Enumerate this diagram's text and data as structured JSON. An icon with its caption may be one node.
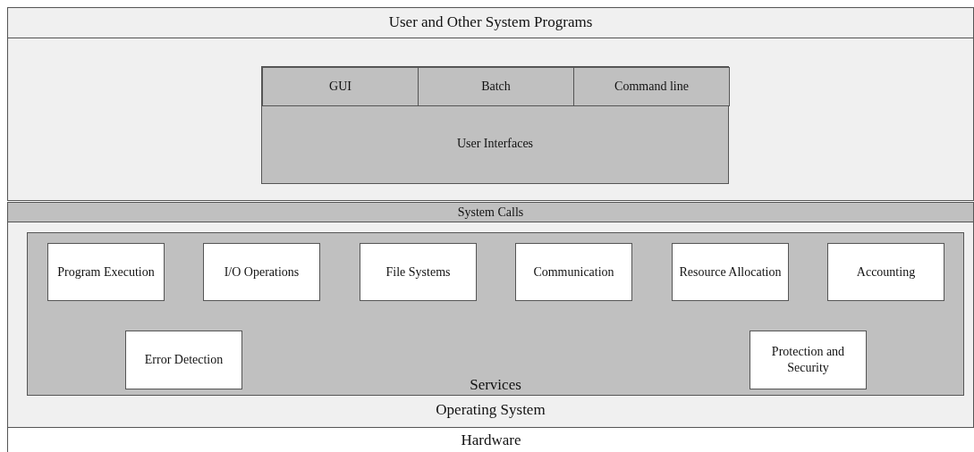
{
  "diagram": {
    "nodes": [
      {
        "text": [
          "User and Other System Programs"
        ]
      },
      {
        "text": [
          "User Interfaces"
        ],
        "in": 0
      },
      {
        "text": [
          "GUI"
        ],
        "in": 1
      },
      {
        "text": [
          "Batch"
        ],
        "in": 1
      },
      {
        "text": [
          "Command line"
        ],
        "in": 1
      },
      {
        "text": [
          "System Calls"
        ]
      },
      {
        "text": [
          "Operating System"
        ]
      },
      {
        "text": [
          "Services"
        ],
        "in": 6
      },
      {
        "text": [
          "Program Execution"
        ],
        "in": 7
      },
      {
        "text": [
          "I/O Operations"
        ],
        "in": 7
      },
      {
        "text": [
          "File Systems"
        ],
        "in": 7
      },
      {
        "text": [
          "Communication"
        ],
        "in": 7
      },
      {
        "text": [
          "Resource Allocation"
        ],
        "in": 7
      },
      {
        "text": [
          "Accounting"
        ],
        "in": 7
      },
      {
        "text": [
          "Error Detection"
        ],
        "in": 7
      },
      {
        "text": [
          "Protection and Security"
        ],
        "in": 7
      },
      {
        "text": [
          "Hardware"
        ]
      }
    ]
  }
}
